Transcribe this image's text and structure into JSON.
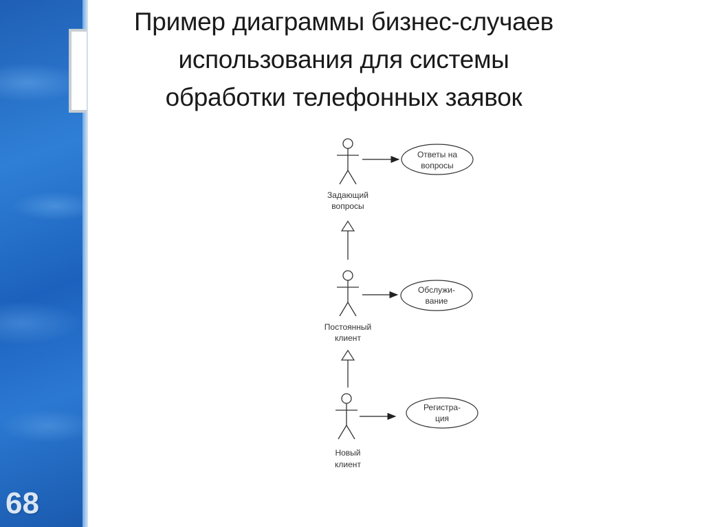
{
  "title": {
    "lines": [
      "Пример диаграммы бизнес-случаев",
      "использования для системы",
      "обработки телефонных заявок"
    ]
  },
  "slide_number": "68",
  "diagram": {
    "actors": [
      {
        "id": "asker",
        "label_lines": [
          "Задающий",
          "вопросы"
        ]
      },
      {
        "id": "regular",
        "label_lines": [
          "Постоянный",
          "клиент"
        ]
      },
      {
        "id": "new",
        "label_lines": [
          "Новый",
          "клиент"
        ]
      }
    ],
    "use_cases": [
      {
        "id": "answers",
        "label_lines": [
          "Ответы на",
          "вопросы"
        ]
      },
      {
        "id": "service",
        "label_lines": [
          "Обслужи-",
          "вание"
        ]
      },
      {
        "id": "registration",
        "label_lines": [
          "Регистра-",
          "ция"
        ]
      }
    ],
    "associations": [
      {
        "from": "asker",
        "to": "answers"
      },
      {
        "from": "regular",
        "to": "service"
      },
      {
        "from": "new",
        "to": "registration"
      }
    ],
    "generalizations": [
      {
        "child": "regular",
        "parent": "asker"
      },
      {
        "child": "new",
        "parent": "regular"
      }
    ]
  }
}
